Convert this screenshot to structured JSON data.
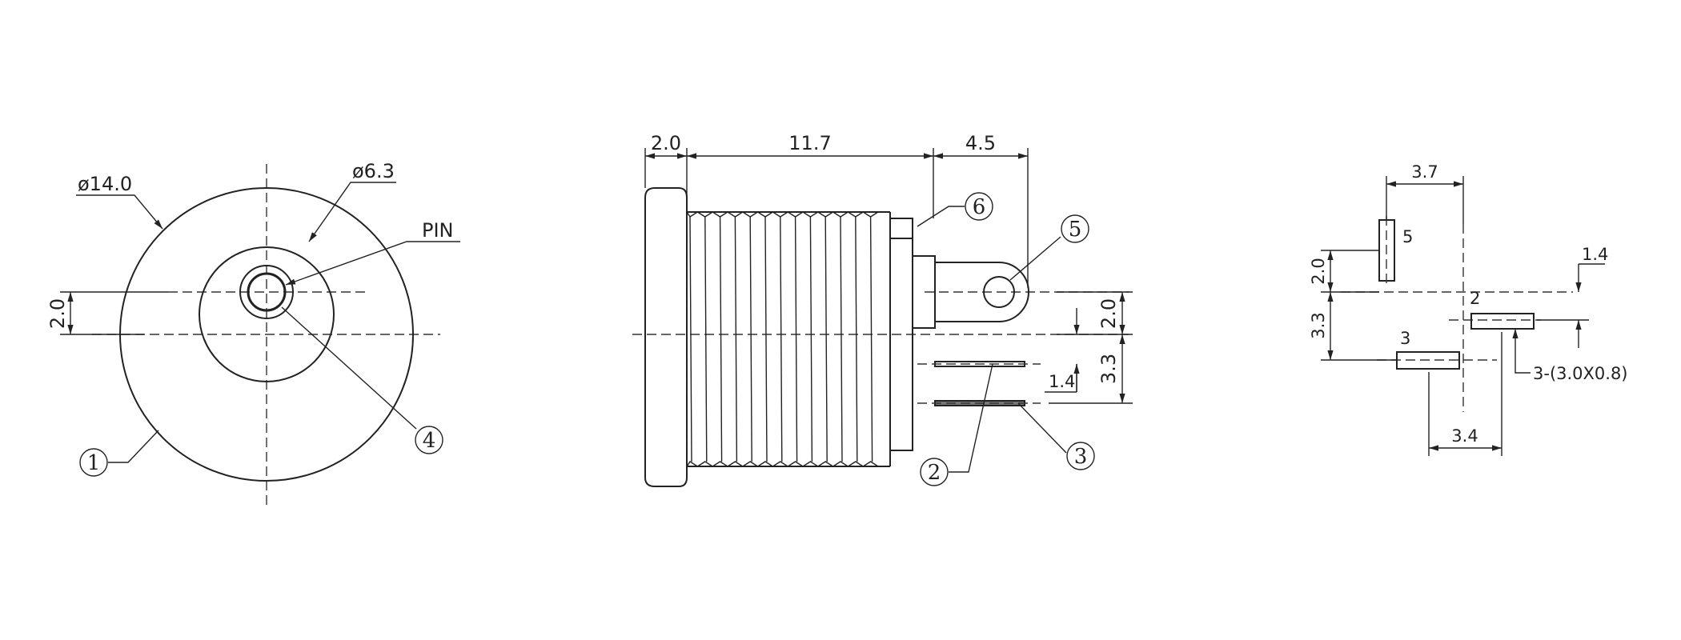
{
  "front_view": {
    "outer_diameter": "ø14.0",
    "inner_diameter": "ø6.3",
    "pin_label": "PIN",
    "offset": "2.0",
    "callout_1": "1",
    "callout_4": "4"
  },
  "side_view": {
    "flange_width": "2.0",
    "thread_length": "11.7",
    "rear_length": "4.5",
    "offset_2": "2.0",
    "offset_3_3": "3.3",
    "pin_pitch": "1.4",
    "callout_2": "2",
    "callout_3": "3",
    "callout_5": "5",
    "callout_6": "6"
  },
  "pcb_layout": {
    "dim_3_7": "3.7",
    "dim_2_0": "2.0",
    "dim_3_3": "3.3",
    "dim_1_4": "1.4",
    "dim_3_4": "3.4",
    "pad_label_5": "5",
    "pad_label_2": "2",
    "pad_label_3": "3",
    "pad_size": "3-(3.0X0.8)"
  }
}
